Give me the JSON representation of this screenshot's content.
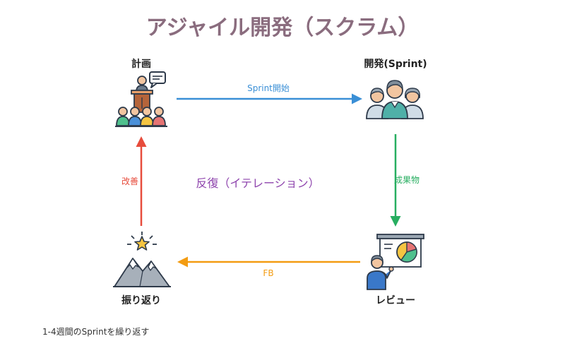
{
  "title": "アジャイル開発（スクラム）",
  "nodes": {
    "plan": {
      "label": "計画",
      "icon": "presentation-audience-icon"
    },
    "develop": {
      "label": "開発(Sprint)",
      "icon": "team-icon"
    },
    "review": {
      "label": "レビュー",
      "icon": "chart-presenter-icon"
    },
    "retro": {
      "label": "振り返り",
      "icon": "mountain-star-icon"
    }
  },
  "edges": {
    "plan_to_develop": {
      "label": "Sprint開始",
      "color": "#3a8fd6"
    },
    "develop_to_review": {
      "label": "成果物",
      "color": "#27ae60"
    },
    "review_to_retro": {
      "label": "FB",
      "color": "#f39c12"
    },
    "retro_to_plan": {
      "label": "改善",
      "color": "#e74c3c"
    }
  },
  "center_label": "反復（イテレーション）",
  "footnote": "1-4週間のSprintを繰り返す"
}
